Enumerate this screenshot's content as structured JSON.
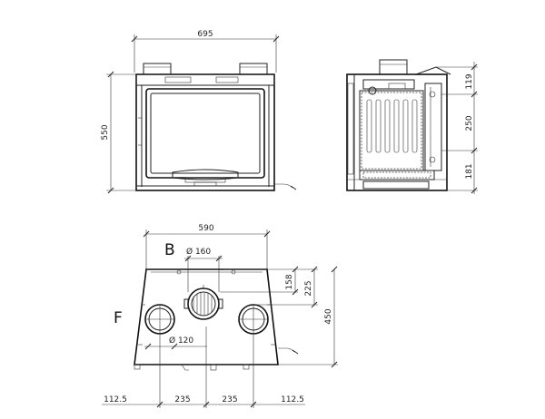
{
  "front_view": {
    "width_label": "695",
    "height_label": "550"
  },
  "side_view": {
    "dim_top": "119",
    "dim_mid": "250",
    "dim_bottom": "181"
  },
  "top_view": {
    "width_label": "590",
    "marker_b": "B",
    "marker_f": "F",
    "b_diameter": "Ø 160",
    "f_diameter": "Ø 120",
    "dim_158": "158",
    "dim_225": "225",
    "dim_450": "450",
    "bottom_dims": [
      "112.5",
      "235",
      "235",
      "112.5"
    ]
  }
}
